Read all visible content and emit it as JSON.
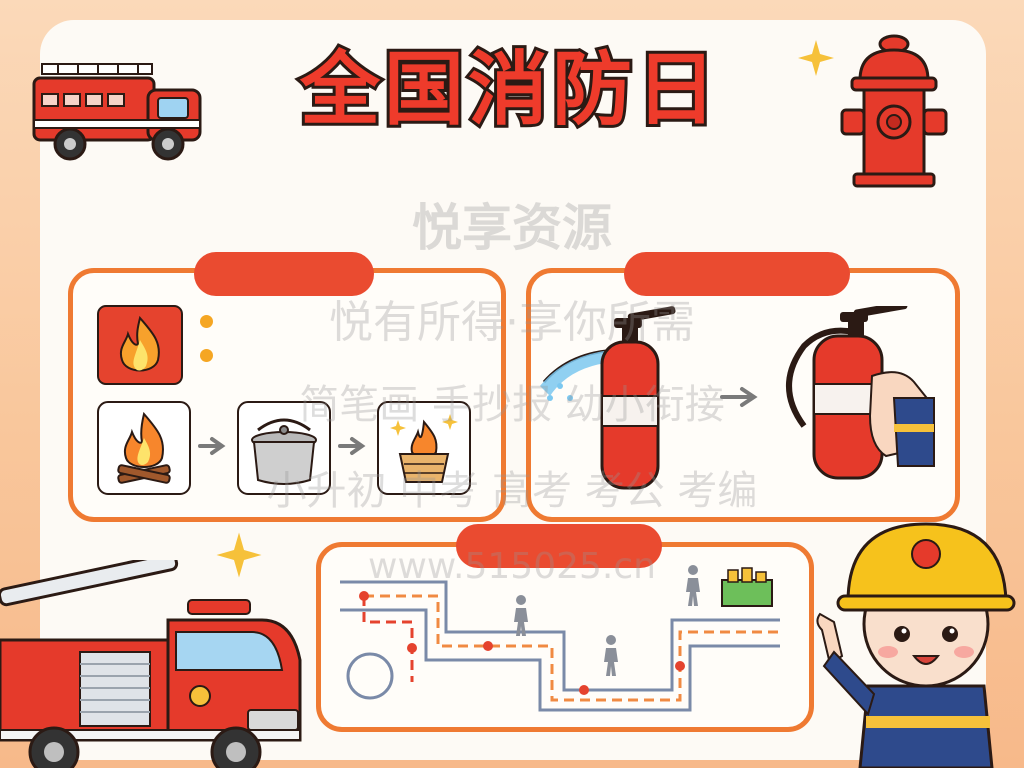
{
  "title": "全国消防日",
  "watermark": {
    "line1": "悦享资源",
    "line2": "悦有所得·享你所需",
    "line3": "简笔画 手抄报 幼小衔接",
    "line4": "小升初 中考 高考 考公 考编",
    "line5": "www.515025.cn"
  },
  "colors": {
    "accent": "#ee3b2b",
    "panel_border": "#ef7a32",
    "pill": "#ea4b30",
    "background": "#fbd9b9"
  },
  "icons": [
    "fire-truck-icon",
    "fire-hydrant-icon",
    "sparkle-icon",
    "fire-icon",
    "campfire-icon",
    "pot-lid-icon",
    "basket-fire-icon",
    "arrow-right-icon",
    "fire-extinguisher-icon",
    "escape-route-icon",
    "person-icon",
    "firefighter-child-icon"
  ]
}
